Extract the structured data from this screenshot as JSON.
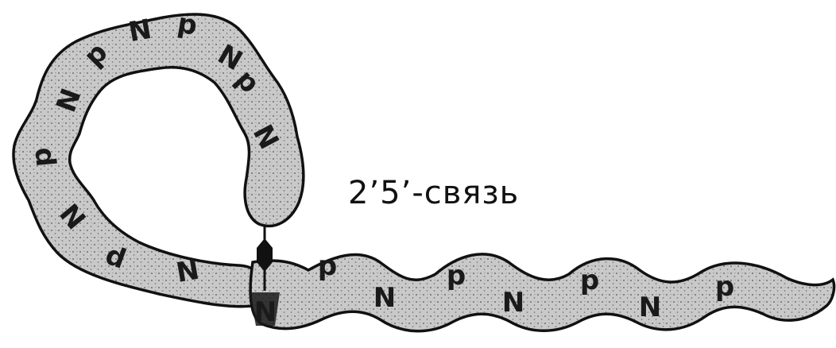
{
  "label": "2’5’-связь",
  "loop_letters": [
    "N",
    "p",
    "N",
    "p",
    "N",
    "p",
    "N",
    "p",
    "N",
    "p",
    "N"
  ],
  "tail_letters": [
    "p",
    "N",
    "p",
    "N",
    "p",
    "N",
    "p"
  ],
  "junction_letter": "N",
  "colors": {
    "strand_fill": "#c9c9c9",
    "strand_outline": "#111111",
    "dots": "#6e6e6e",
    "junction_mark": "#111111"
  }
}
